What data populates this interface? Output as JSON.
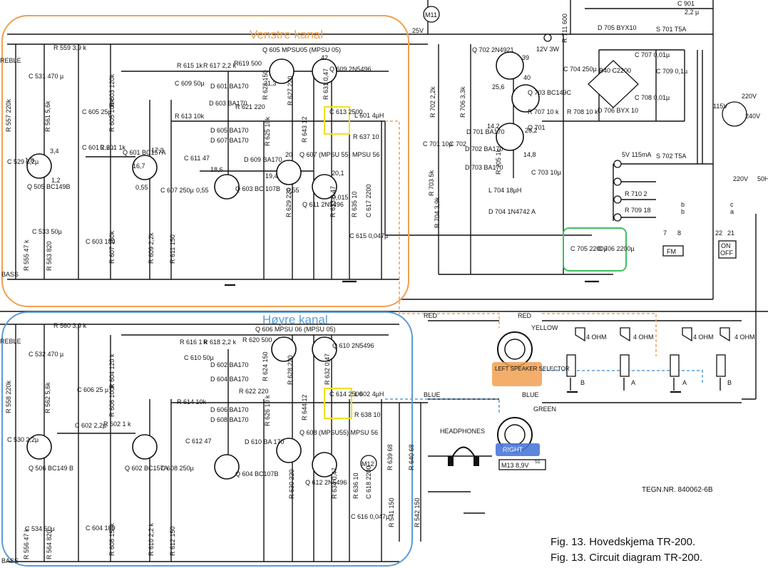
{
  "overlays": {
    "left_channel_title": "Venstre kanal",
    "right_channel_title": "Høyre kanal",
    "left_color": "#f0a050",
    "right_color": "#5b9bd5",
    "highlight_yellow": "#f0e020",
    "highlight_green": "#3fbf5f"
  },
  "rails": {
    "supply_node": "M11",
    "supply_voltage": "25V",
    "amp_node": "M12",
    "lamp_label": "12V 3W",
    "c901": "C 901",
    "c901_val": "2,2 µ"
  },
  "left_channel": {
    "components": [
      {
        "ref": "R 559",
        "val": "3,9 k"
      },
      {
        "ref": "C 531",
        "val": "470 µ"
      },
      {
        "ref": "R 557",
        "val": "220k"
      },
      {
        "ref": "R 561",
        "val": "5,6k"
      },
      {
        "ref": "C 529",
        "val": "2,2µ"
      },
      {
        "ref": "Q 505",
        "val": "BC149B"
      },
      {
        "ref": "C 533",
        "val": "50µ"
      },
      {
        "ref": "R 555",
        "val": "47 k"
      },
      {
        "ref": "R 563",
        "val": "820"
      },
      {
        "ref": "R 603",
        "val": "120k"
      },
      {
        "ref": "R 605",
        "val": "100k"
      },
      {
        "ref": "C 605",
        "val": "25µ"
      },
      {
        "ref": "C 601",
        "val": "2,2µ"
      },
      {
        "ref": "R 601",
        "val": "1k"
      },
      {
        "ref": "Q 601",
        "val": "BC157A"
      },
      {
        "ref": "C 603",
        "val": "180"
      },
      {
        "ref": "R 607",
        "val": "150k"
      },
      {
        "ref": "R 609",
        "val": "2,2k"
      },
      {
        "ref": "R 611",
        "val": "150"
      },
      {
        "ref": "C 607",
        "val": "250µ"
      },
      {
        "ref": "R 615",
        "val": "1k"
      },
      {
        "ref": "R 617",
        "val": "2,2 k"
      },
      {
        "ref": "R619",
        "val": "500"
      },
      {
        "ref": "C 609",
        "val": "50µ"
      },
      {
        "ref": "D 601",
        "val": "BA170"
      },
      {
        "ref": "D 603",
        "val": "BA170"
      },
      {
        "ref": "R 621",
        "val": "220"
      },
      {
        "ref": "R 623",
        "val": "150"
      },
      {
        "ref": "R 613",
        "val": "10k"
      },
      {
        "ref": "D 605",
        "val": "BA170"
      },
      {
        "ref": "D 607",
        "val": "BA170"
      },
      {
        "ref": "C 611",
        "val": "47"
      },
      {
        "ref": "Q 603",
        "val": "BC 107B"
      },
      {
        "ref": "D 609",
        "val": "BA170"
      },
      {
        "ref": "R 625",
        "val": "10k"
      },
      {
        "ref": "Q 605",
        "val": "MPSU05 (MPSU 05)"
      },
      {
        "ref": "R 627",
        "val": "220"
      },
      {
        "ref": "Q 609",
        "val": "2N5496"
      },
      {
        "ref": "R 631",
        "val": "0,47"
      },
      {
        "ref": "R 643",
        "val": "12"
      },
      {
        "ref": "Q 607",
        "val": "(MPSU 55) MPSU 56"
      },
      {
        "ref": "Q 611",
        "val": "2N5496"
      },
      {
        "ref": "R 629",
        "val": "220"
      },
      {
        "ref": "R 633",
        "val": "0,47"
      },
      {
        "ref": "C 613",
        "val": "2500"
      },
      {
        "ref": "L 601",
        "val": "4µH"
      },
      {
        "ref": "R 637",
        "val": "10"
      },
      {
        "ref": "R 635",
        "val": "10"
      },
      {
        "ref": "C 615",
        "val": "0,047µ"
      },
      {
        "ref": "C 617",
        "val": "2200"
      }
    ],
    "node_voltages": [
      "3,4",
      "1,8",
      "1,2",
      "17,3",
      "16,7",
      "0,55",
      "0,55",
      "18,6",
      "19,4",
      "20",
      "20,1",
      "0,55",
      "0,015",
      "42",
      "21,3"
    ],
    "treble": "REBLE",
    "bass": "BASS"
  },
  "right_channel": {
    "components": [
      {
        "ref": "R 560",
        "val": "3,9 k"
      },
      {
        "ref": "C 532",
        "val": "470 µ"
      },
      {
        "ref": "R 558",
        "val": "220k"
      },
      {
        "ref": "R 562",
        "val": "5,6k"
      },
      {
        "ref": "C 530",
        "val": "2,2µ"
      },
      {
        "ref": "Q 506",
        "val": "BC149 B"
      },
      {
        "ref": "C 534",
        "val": "50µ"
      },
      {
        "ref": "R 556",
        "val": "47 k"
      },
      {
        "ref": "R 564",
        "val": "820"
      },
      {
        "ref": "R 604",
        "val": "120 k"
      },
      {
        "ref": "R 606",
        "val": "100k"
      },
      {
        "ref": "C 606",
        "val": "25 µ"
      },
      {
        "ref": "C 602",
        "val": "2,2µ"
      },
      {
        "ref": "R 602",
        "val": "1 k"
      },
      {
        "ref": "Q 602",
        "val": "BC157A"
      },
      {
        "ref": "C 604",
        "val": "180"
      },
      {
        "ref": "R 608",
        "val": "150k"
      },
      {
        "ref": "R 610",
        "val": "2,2 k"
      },
      {
        "ref": "R 612",
        "val": "150"
      },
      {
        "ref": "C 608",
        "val": "250µ"
      },
      {
        "ref": "R 616",
        "val": "1 k"
      },
      {
        "ref": "R 618",
        "val": "2,2 k"
      },
      {
        "ref": "R 620",
        "val": "500"
      },
      {
        "ref": "C 610",
        "val": "50µ"
      },
      {
        "ref": "D 602",
        "val": "BA170"
      },
      {
        "ref": "D 604",
        "val": "BA170"
      },
      {
        "ref": "R 622",
        "val": "220"
      },
      {
        "ref": "R 624",
        "val": "150"
      },
      {
        "ref": "R 614",
        "val": "10k"
      },
      {
        "ref": "D 606",
        "val": "BA170"
      },
      {
        "ref": "D 608",
        "val": "BA170"
      },
      {
        "ref": "C 612",
        "val": "47"
      },
      {
        "ref": "Q 604",
        "val": "BC107B"
      },
      {
        "ref": "D 610",
        "val": "BA 170"
      },
      {
        "ref": "R 626",
        "val": "10 k"
      },
      {
        "ref": "Q 606",
        "val": "MPSU 06 (MPSU 05)"
      },
      {
        "ref": "R 628",
        "val": "220"
      },
      {
        "ref": "Q 610",
        "val": "2N5496"
      },
      {
        "ref": "R 632",
        "val": "0,47"
      },
      {
        "ref": "R 644",
        "val": "12"
      },
      {
        "ref": "Q 608",
        "val": "(MPSU55) MPSU 56"
      },
      {
        "ref": "Q 612",
        "val": "2N5496"
      },
      {
        "ref": "R 630",
        "val": "220"
      },
      {
        "ref": "R 634",
        "val": "0,47"
      },
      {
        "ref": "C 614",
        "val": "2500"
      },
      {
        "ref": "L 602",
        "val": "4µH"
      },
      {
        "ref": "R 638",
        "val": "10"
      },
      {
        "ref": "R 636",
        "val": "10"
      },
      {
        "ref": "C 616",
        "val": "0,047µ"
      },
      {
        "ref": "C 618",
        "val": "2200"
      },
      {
        "ref": "R 639",
        "val": "68"
      },
      {
        "ref": "R 640",
        "val": "68"
      },
      {
        "ref": "R 541",
        "val": "150"
      },
      {
        "ref": "R 542",
        "val": "150"
      }
    ],
    "treble": "REBLE",
    "bass": "BASS"
  },
  "power_supply": {
    "components": [
      {
        "ref": "Q 702",
        "val": "2N4921"
      },
      {
        "ref": "Q 703",
        "val": "BC149C"
      },
      {
        "ref": "Q 701",
        "val": ""
      },
      {
        "ref": "C 704",
        "val": "250µ"
      },
      {
        "ref": "R 702",
        "val": "2,2k"
      },
      {
        "ref": "R 706",
        "val": "3,3k"
      },
      {
        "ref": "C 701",
        "val": "10µ"
      },
      {
        "ref": "C 702",
        "val": ""
      },
      {
        "ref": "D 701",
        "val": "BA170"
      },
      {
        "ref": "D 702",
        "val": "BA170"
      },
      {
        "ref": "D 703",
        "val": "BA170"
      },
      {
        "ref": "R 705",
        "val": "1k"
      },
      {
        "ref": "R 703",
        "val": "5k"
      },
      {
        "ref": "R 704",
        "val": "3,9k"
      },
      {
        "ref": "L 704",
        "val": "18µH"
      },
      {
        "ref": "D 704",
        "val": "1N4742 A"
      },
      {
        "ref": "R 707",
        "val": "10 k"
      },
      {
        "ref": "R 708",
        "val": "10 k"
      },
      {
        "ref": "C 703",
        "val": "10µ"
      },
      {
        "ref": "R 711",
        "val": "600"
      },
      {
        "ref": "D 705",
        "val": "BYX10"
      },
      {
        "ref": "D 706",
        "val": "BYX 10"
      },
      {
        "ref": "S 701",
        "val": "T5A"
      },
      {
        "ref": "S 702",
        "val": "T5A"
      },
      {
        "ref": "C 707",
        "val": "0,01µ"
      },
      {
        "ref": "C 708",
        "val": "0,01µ"
      },
      {
        "ref": "C 709",
        "val": "0,1µ"
      },
      {
        "ref": "B40 C2200",
        "val": ""
      },
      {
        "ref": "C 705",
        "val": "2200µ"
      },
      {
        "ref": "C 706",
        "val": "2200µ"
      },
      {
        "ref": "R 710",
        "val": "2"
      },
      {
        "ref": "R 709",
        "val": "18"
      }
    ],
    "node_voltages": [
      "39",
      "25,6",
      "40",
      "14,2",
      "26,2",
      "14,8"
    ],
    "lamp": "5V 115mA",
    "mains_115": "115V",
    "mains_220": "220V",
    "mains_240": "240V",
    "out_220": "220V",
    "out_50": "50H",
    "switch_fm": "FM",
    "switch_on": "ON",
    "switch_off": "OFF",
    "pins": [
      "7",
      "8",
      "22",
      "21",
      "b",
      "c",
      "a",
      "b"
    ]
  },
  "outputs": {
    "wire_red1": "RED",
    "wire_red2": "RED",
    "wire_yellow": "YELLOW",
    "wire_blue1": "BLUE",
    "wire_blue2": "BLUE",
    "wire_green": "GREEN",
    "left_selector": "LEFT SPEAKER SELECTOR",
    "right_selector": "RIGHT",
    "right_selector_sub": "M13 8,9V",
    "right_selector_num": "51",
    "speakers": [
      {
        "ohm": "4 OHM",
        "term": "B"
      },
      {
        "ohm": "4 OHM",
        "term": "A"
      },
      {
        "ohm": "4 OHM",
        "term": "A"
      },
      {
        "ohm": "4 OHM",
        "term": "B"
      }
    ],
    "headphones": "HEADPHONES",
    "drawing_no": "TEGN.NR. 840062-6B"
  },
  "caption": {
    "line_no": "Fig. 13.  Hovedskjema TR-200.",
    "line_en": "Fig. 13.  Circuit diagram TR-200."
  }
}
